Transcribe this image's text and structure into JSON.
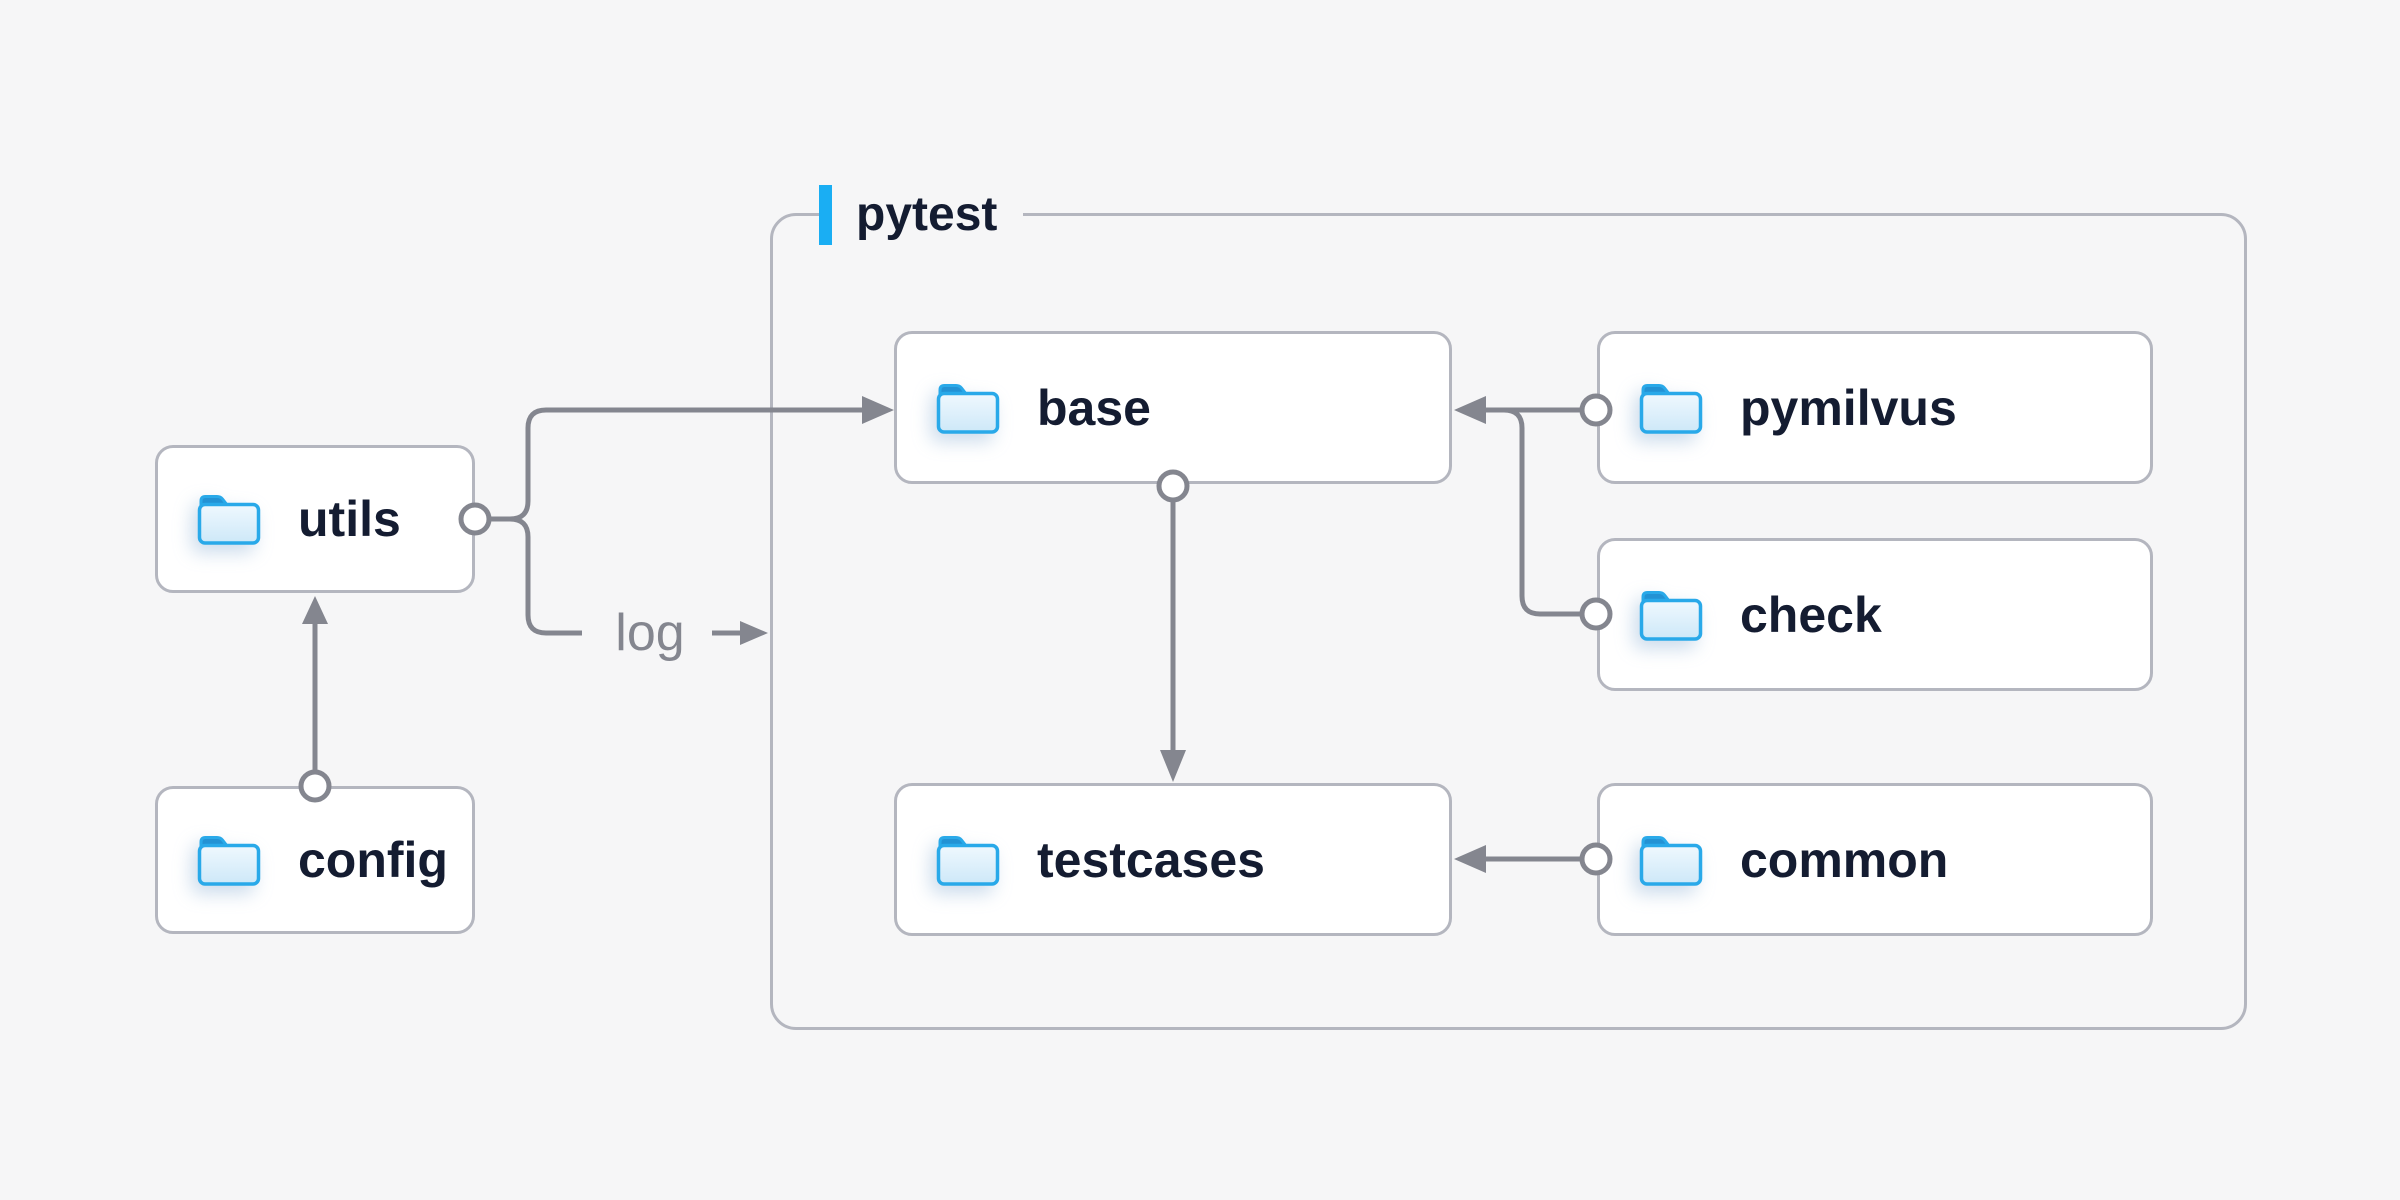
{
  "group": {
    "label": "pytest"
  },
  "nodes": [
    {
      "id": "utils",
      "label": "utils"
    },
    {
      "id": "config",
      "label": "config"
    },
    {
      "id": "base",
      "label": "base"
    },
    {
      "id": "pymilvus",
      "label": "pymilvus"
    },
    {
      "id": "check",
      "label": "check"
    },
    {
      "id": "testcases",
      "label": "testcases"
    },
    {
      "id": "common",
      "label": "common"
    }
  ],
  "edges": [
    {
      "from": "config",
      "to": "utils"
    },
    {
      "from": "utils",
      "to": "base"
    },
    {
      "from": "utils",
      "to": "log",
      "label": "log"
    },
    {
      "from": "pymilvus",
      "to": "base"
    },
    {
      "from": "check",
      "to": "base"
    },
    {
      "from": "base",
      "to": "testcases"
    },
    {
      "from": "common",
      "to": "testcases"
    }
  ],
  "edge_label": {
    "text": "log"
  },
  "colors": {
    "canvas_bg": "#f6f6f7",
    "node_bg": "#ffffff",
    "node_border": "#b4b6bf",
    "line": "#84868f",
    "text": "#141c31",
    "accent": "#1aaef3",
    "edge_label": "#84868f",
    "folder_stroke": "#29a9e9",
    "folder_tab": "#2392d4",
    "folder_fill_top": "#eff8fe",
    "folder_fill_bottom": "#cde8f8"
  }
}
